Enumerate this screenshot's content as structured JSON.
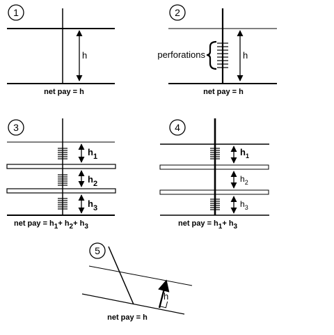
{
  "panels": [
    {
      "number": "1",
      "h_label": "h",
      "caption": "net pay = h"
    },
    {
      "number": "2",
      "perforations_label": "perforations",
      "h_label": "h",
      "caption": "net pay = h"
    },
    {
      "number": "3",
      "h1": {
        "base": "h",
        "sub": "1"
      },
      "h2": {
        "base": "h",
        "sub": "2"
      },
      "h3": {
        "base": "h",
        "sub": "3"
      },
      "caption": {
        "prefix": "net pay = h",
        "s1": "1",
        "plus1": "+ h",
        "s2": "2",
        "plus2": "+ h",
        "s3": "3"
      }
    },
    {
      "number": "4",
      "h1": {
        "base": "h",
        "sub": "1"
      },
      "h2": {
        "base": "h",
        "sub": "2"
      },
      "h3": {
        "base": "h",
        "sub": "3"
      },
      "caption": {
        "prefix": "net pay = h",
        "s1": "1",
        "plus1": "+ h",
        "s3": "3"
      }
    },
    {
      "number": "5",
      "h_label": "h",
      "caption": "net pay = h"
    }
  ]
}
